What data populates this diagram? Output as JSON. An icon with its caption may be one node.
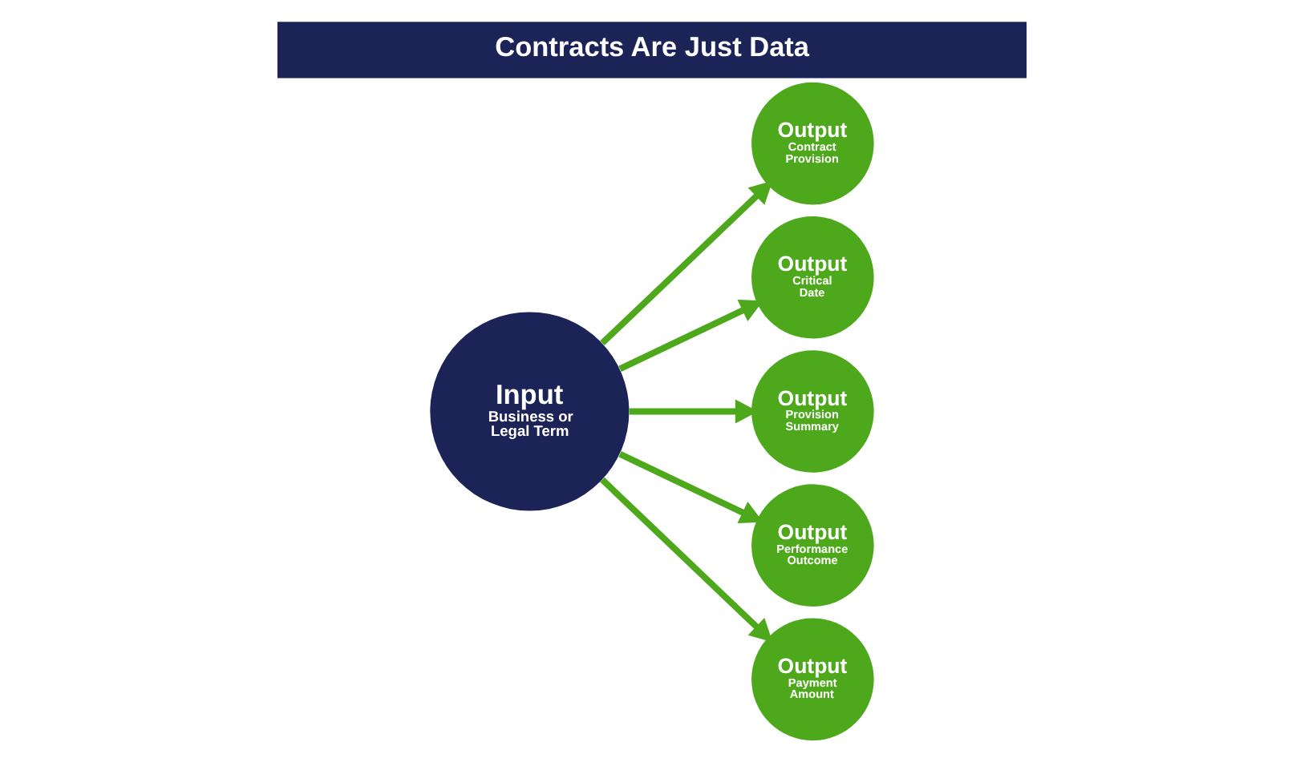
{
  "diagram": {
    "title": "Contracts Are Just Data",
    "nodes": [
      {
        "text": [
          "Input",
          "Business or Legal Term"
        ]
      },
      {
        "text": [
          "Output",
          "Contract Provision"
        ]
      },
      {
        "text": [
          "Output",
          "Critical Date"
        ]
      },
      {
        "text": [
          "Output",
          "Provision Summary"
        ]
      },
      {
        "text": [
          "Output",
          "Performance Outcome"
        ]
      },
      {
        "text": [
          "Output",
          "Payment Amount"
        ]
      }
    ],
    "edges": [
      {
        "from": 0,
        "to": 1,
        "arrow": "to"
      },
      {
        "from": 0,
        "to": 2,
        "arrow": "to"
      },
      {
        "from": 0,
        "to": 3,
        "arrow": "to"
      },
      {
        "from": 0,
        "to": 4,
        "arrow": "to"
      },
      {
        "from": 0,
        "to": 5,
        "arrow": "to"
      }
    ]
  }
}
